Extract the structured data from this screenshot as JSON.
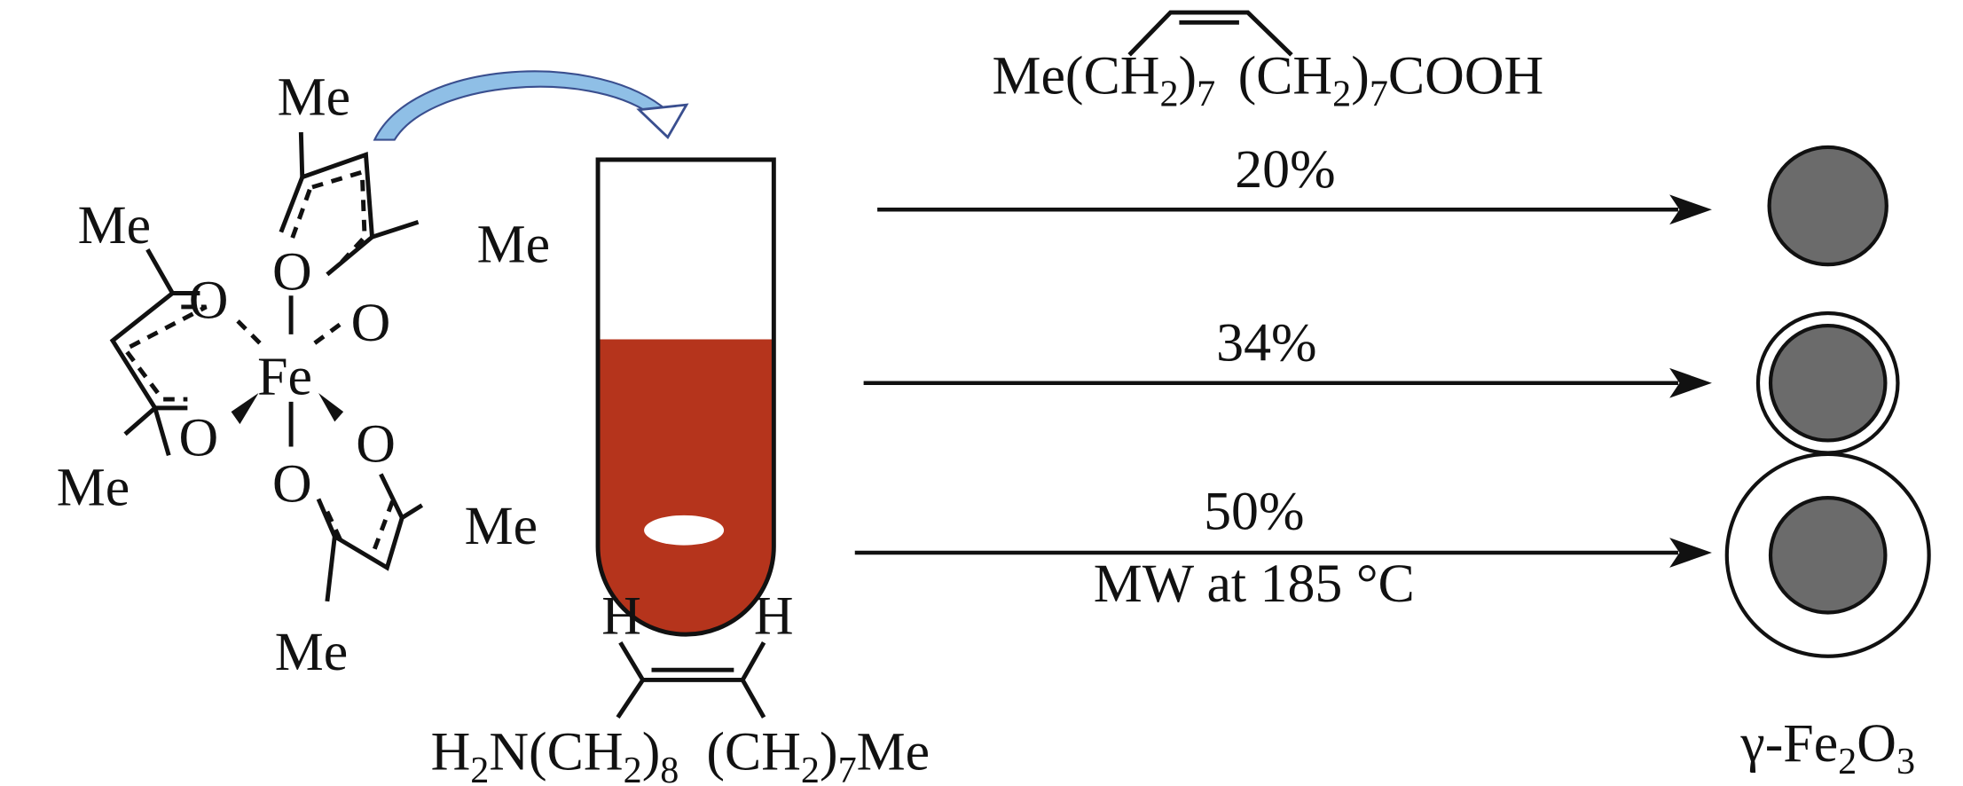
{
  "complex": {
    "metal": "Fe",
    "oxygen": "O",
    "methyl": "Me"
  },
  "oleic_acid": {
    "left": "Me(CH",
    "left_sub1": "2",
    "left_close": ")",
    "left_sub2": "7",
    "right": "(CH",
    "right_sub1": "2",
    "right_close": ")",
    "right_sub2": "7",
    "right_tail": "COOH"
  },
  "oleylamine": {
    "h": "H",
    "left": "H",
    "left_sub0": "2",
    "left_mid": "N(CH",
    "left_sub1": "2",
    "left_close": ")",
    "left_sub2": "8",
    "right": "(CH",
    "right_sub1": "2",
    "right_close": ")",
    "right_sub2": "7",
    "right_tail": "Me"
  },
  "reactions": [
    {
      "label": "20%"
    },
    {
      "label": "34%"
    },
    {
      "label": "50%",
      "condition": "MW at 185 °C"
    }
  ],
  "product": {
    "prefix": "γ-Fe",
    "sub1": "2",
    "mid": "O",
    "sub2": "3"
  },
  "colors": {
    "solution": "#b5341c",
    "arrow_fill": "#8fbfe6",
    "arrow_stroke": "#3a4f8f",
    "particle_core": "#6b6b6b"
  }
}
